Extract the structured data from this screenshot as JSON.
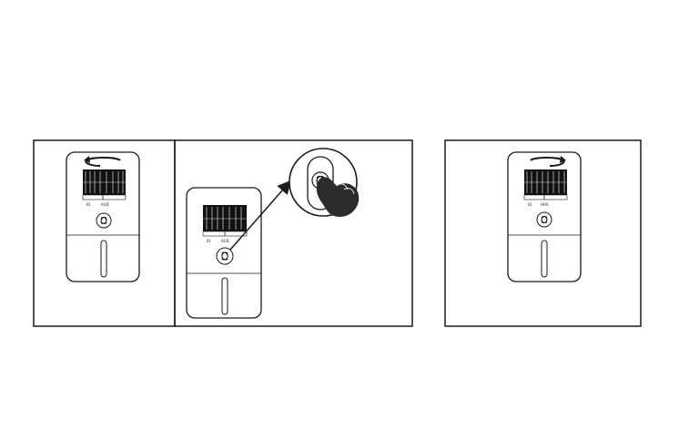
{
  "colors": {
    "ink": "#1a1a1a",
    "hand": "#2b2b2b",
    "background": "#ffffff"
  },
  "panels": [
    {
      "id": "step-1",
      "action": "rotate-dial",
      "icons": [
        "rotate-arrow-icon"
      ]
    },
    {
      "id": "step-2",
      "action": "press-button",
      "icons": [
        "magnify-callout",
        "pointing-hand-icon",
        "arrow-icon"
      ]
    },
    {
      "id": "step-3",
      "action": "rotate-dial",
      "icons": [
        "rotate-arrow-icon"
      ]
    }
  ],
  "device_icons": {
    "button": "power-button-icon"
  },
  "labels": {
    "device_1": {
      "left": "IO",
      "right": "AUD"
    },
    "device_2": {
      "left": "IO",
      "right": "AUD"
    },
    "device_3": {
      "left": "IO",
      "right": "HHS"
    }
  }
}
